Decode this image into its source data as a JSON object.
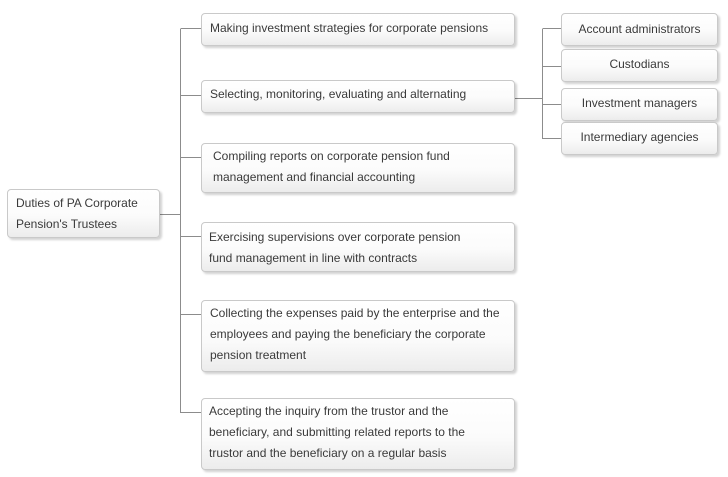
{
  "root": {
    "label": "Duties of PA Corporate\nPension's Trustees"
  },
  "duties": [
    {
      "label": "Making investment strategies for corporate pensions"
    },
    {
      "label": "Selecting, monitoring, evaluating and alternating"
    },
    {
      "label": "Compiling reports on corporate pension fund\nmanagement and financial accounting"
    },
    {
      "label": "Exercising supervisions over corporate pension\n fund management in line with contracts"
    },
    {
      "label": "Collecting the expenses paid by the enterprise and the\nemployees and paying the beneficiary the corporate\npension treatment"
    },
    {
      "label": "Accepting the inquiry from the trustor and the\nbeneficiary, and submitting related reports to the\n trustor and the beneficiary on a regular basis"
    }
  ],
  "selected_parties": [
    {
      "label": "Account  administrators"
    },
    {
      "label": "Custodians"
    },
    {
      "label": "Investment managers"
    },
    {
      "label": "Intermediary  agencies"
    }
  ],
  "colors": {
    "line": "#8c8c8c",
    "border": "#c9c9c9",
    "text": "#3a3a3a"
  }
}
